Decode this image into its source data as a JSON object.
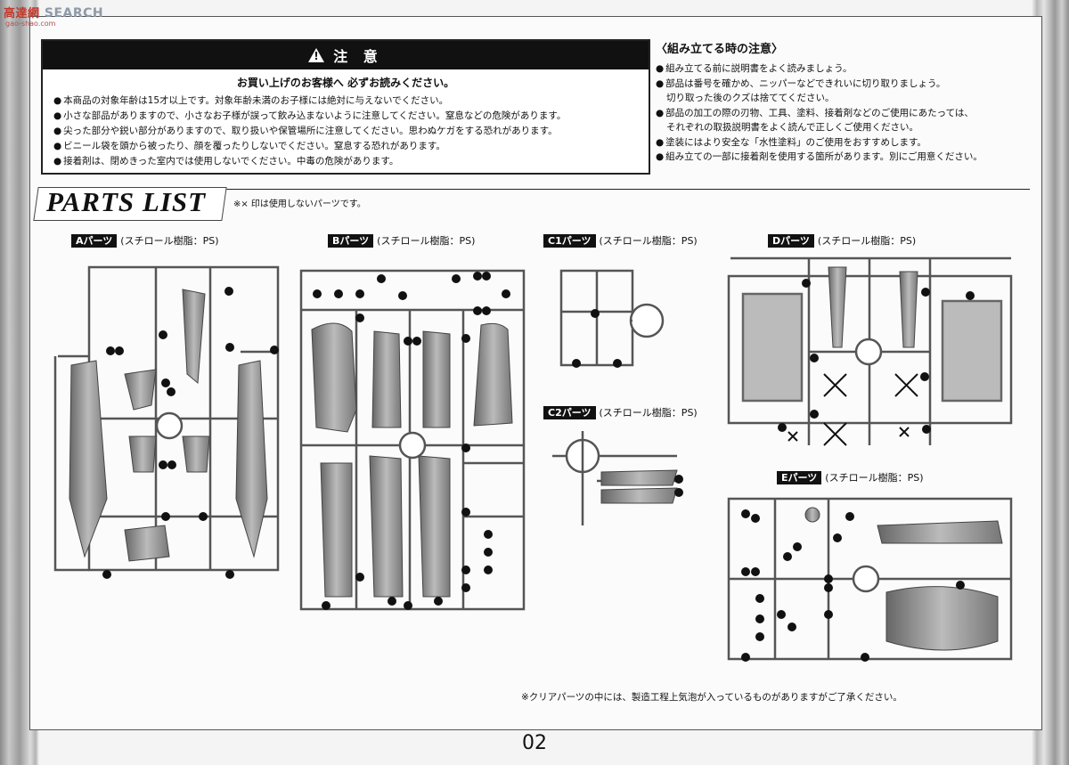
{
  "watermark": {
    "brand": "SEARCH",
    "cn": "高達網",
    "sub": "gao-shao.com"
  },
  "caution": {
    "title": "注 意",
    "subtitle": "お買い上げのお客様へ 必ずお読みください。",
    "items": [
      "本商品の対象年齢は15才以上です。対象年齢未満のお子様には絶対に与えないでください。",
      "小さな部品がありますので、小さなお子様が誤って飲み込まないように注意してください。窒息などの危険があります。",
      "尖った部分や鋭い部分がありますので、取り扱いや保管場所に注意してください。思わぬケガをする恐れがあります。",
      "ビニール袋を頭から被ったり、顔を覆ったりしないでください。窒息する恐れがあります。",
      "接着剤は、閉めきった室内では使用しないでください。中毒の危険があります。"
    ]
  },
  "notes": {
    "title": "〈組み立てる時の注意〉",
    "items": [
      "組み立てる前に説明書をよく読みましょう。",
      "部品は番号を確かめ、ニッパーなどできれいに切り取りましょう。",
      "切り取った後のクズは捨ててください。",
      "部品の加工の際の刃物、工具、塗料、接着剤などのご使用にあたっては、",
      "それぞれの取扱説明書をよく読んで正しくご使用ください。",
      "塗装にはより安全な「水性塗料」のご使用をおすすめします。",
      "組み立ての一部に接着剤を使用する箇所があります。別にご用意ください。"
    ]
  },
  "parts_list": {
    "title": "PARTS LIST",
    "note": "※× 印は使用しないパーツです。",
    "groups": [
      {
        "tag": "Aパーツ",
        "material": "(スチロール樹脂：PS)",
        "letter": "A"
      },
      {
        "tag": "Bパーツ",
        "material": "(スチロール樹脂：PS)",
        "letter": "B"
      },
      {
        "tag": "C1パーツ",
        "material": "(スチロール樹脂：PS)",
        "letter": "C1"
      },
      {
        "tag": "C2パーツ",
        "material": "(スチロール樹脂：PS)",
        "letter": "C2"
      },
      {
        "tag": "Dパーツ",
        "material": "(スチロール樹脂：PS)",
        "letter": "D"
      },
      {
        "tag": "Eパーツ",
        "material": "(スチロール樹脂：PS)",
        "letter": "E"
      }
    ]
  },
  "footnote": "※クリアパーツの中には、製造工程上気泡が入っているものがありますがご了承ください。",
  "page_number": "02"
}
